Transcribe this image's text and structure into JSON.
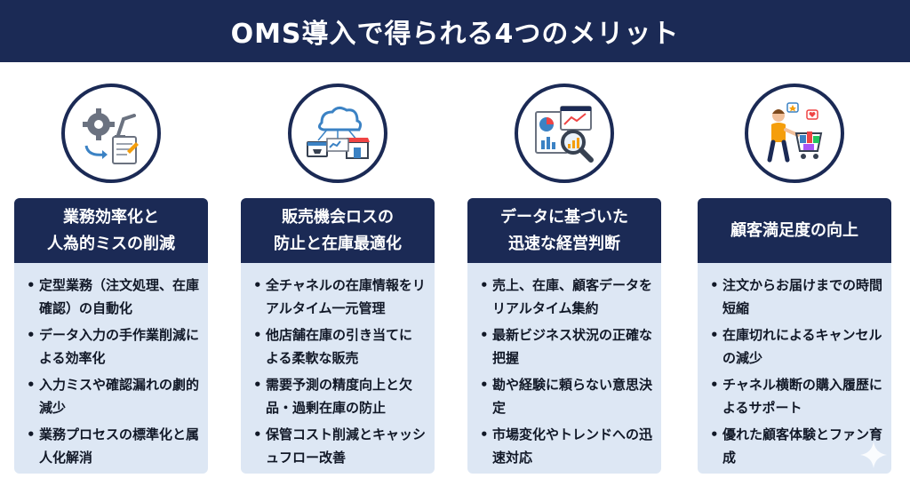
{
  "header": {
    "title": "OMS導入で得られる4つのメリット"
  },
  "colors": {
    "navy": "#1b2a55",
    "card_bg": "#dde7f4",
    "accent_blue": "#3b82c4"
  },
  "columns": [
    {
      "icon": "gear-robot-document-icon",
      "title": "業務効率化と\n人為的ミスの削減",
      "items": [
        "定型業務（注文処理、在庫確認）の自動化",
        "データ入力の手作業削減による効率化",
        "入力ミスや確認漏れの劇的減少",
        "業務プロセスの標準化と属人化解消"
      ]
    },
    {
      "icon": "cloud-network-icon",
      "title": "販売機会ロスの\n防止と在庫最適化",
      "items": [
        "全チャネルの在庫情報をリアルタイム一元管理",
        "他店舗在庫の引き当てによる柔軟な販売",
        "需要予測の精度向上と欠品・過剰在庫の防止",
        "保管コスト削減とキャッシュフロー改善"
      ]
    },
    {
      "icon": "analytics-magnifier-icon",
      "title": "データに基づいた\n迅速な経営判断",
      "items": [
        "売上、在庫、顧客データをリアルタイム集約",
        "最新ビジネス状況の正確な把握",
        "勘や経験に頼らない意思決定",
        "市場変化やトレンドへの迅速対応"
      ]
    },
    {
      "icon": "shopper-cart-icon",
      "title": "顧客満足度の向上",
      "items": [
        "注文からお届けまでの時間短縮",
        "在庫切れによるキャンセルの減少",
        "チャネル横断の購入履歴によるサポート",
        "優れた顧客体験とファン育成"
      ]
    }
  ]
}
